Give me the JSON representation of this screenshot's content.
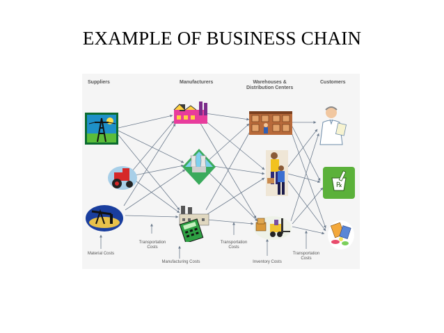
{
  "title": "EXAMPLE OF BUSINESS CHAIN",
  "columns": {
    "suppliers": "Suppliers",
    "manufacturers": "Manufacturers",
    "warehouses": "Warehouses &\nDistribution Centers",
    "customers": "Customers"
  },
  "costs": {
    "material": "Material Costs",
    "transportation_1": "Transportation\nCosts",
    "manufacturing": "Manufacturing Costs",
    "transportation_2": "Transportation\nCosts",
    "inventory": "Inventory Costs",
    "transportation_3": "Transportation\nCosts"
  },
  "colors": {
    "background": "#f5f5f5",
    "arrow": "#6b7a8c",
    "header_text": "#555555"
  },
  "icons": {
    "supplier_1": "power-tower-icon",
    "supplier_2": "tractor-icon",
    "supplier_3": "oil-pump-icon",
    "manufacturer_1": "factory-icon",
    "manufacturer_2": "power-plant-icon",
    "manufacturer_3": "factory-calculator-icon",
    "warehouse_1": "warehouse-shelves-icon",
    "warehouse_2": "workers-icon",
    "warehouse_3": "forklift-icon",
    "customer_1": "pharmacist-icon",
    "customer_2": "pharmacy-icon",
    "customer_3": "pills-icon"
  }
}
